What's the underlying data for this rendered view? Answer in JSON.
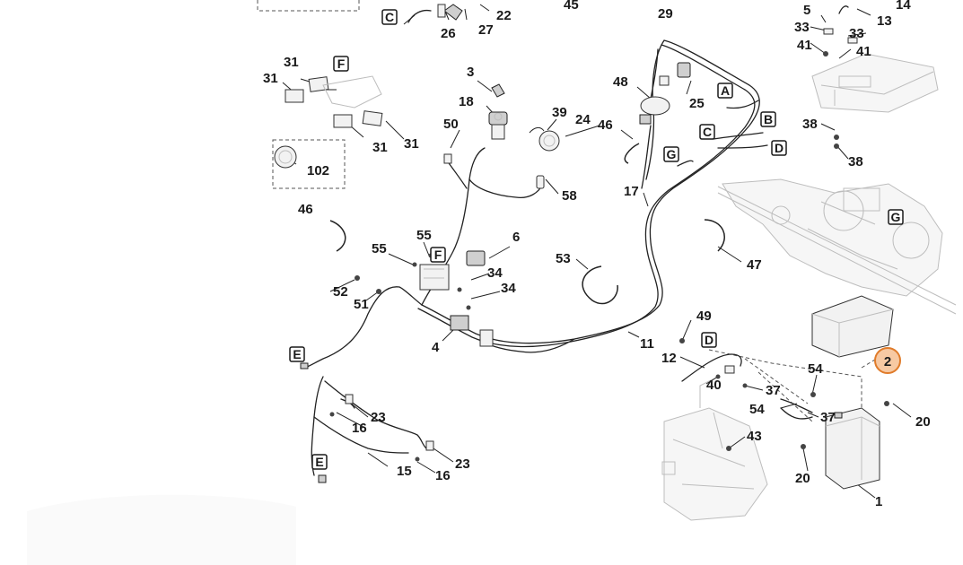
{
  "diagram": {
    "callouts": {
      "c1": "1",
      "c3": "3",
      "c4": "4",
      "c5": "5",
      "c6": "6",
      "c11": "11",
      "c12": "12",
      "c13": "13",
      "c14": "14",
      "c15": "15",
      "c16a": "16",
      "c16b": "16",
      "c17": "17",
      "c18": "18",
      "c20a": "20",
      "c20b": "20",
      "c22": "22",
      "c23a": "23",
      "c23b": "23",
      "c24": "24",
      "c25": "25",
      "c26": "26",
      "c27": "27",
      "c29": "29",
      "c31a": "31",
      "c31b": "31",
      "c31c": "31",
      "c31d": "31",
      "c33a": "33",
      "c33b": "33",
      "c34a": "34",
      "c34b": "34",
      "c37a": "37",
      "c37b": "37",
      "c38a": "38",
      "c38b": "38",
      "c39": "39",
      "c40": "40",
      "c41a": "41",
      "c41b": "41",
      "c43": "43",
      "c45": "45",
      "c46a": "46",
      "c46b": "46",
      "c47": "47",
      "c48": "48",
      "c49": "49",
      "c50": "50",
      "c51": "51",
      "c52": "52",
      "c53": "53",
      "c54a": "54",
      "c54b": "54",
      "c55a": "55",
      "c55b": "55",
      "c58": "58",
      "c102": "102"
    },
    "connector_letters": {
      "A": "A",
      "B": "B",
      "C1": "C",
      "C2": "C",
      "D1": "D",
      "D2": "D",
      "E1": "E",
      "E2": "E",
      "F1": "F",
      "F2": "F",
      "G1": "G",
      "G2": "G"
    },
    "highlighted_callout": {
      "label": "2",
      "fill": "#f7c9a3",
      "stroke": "#e07b2a"
    }
  }
}
